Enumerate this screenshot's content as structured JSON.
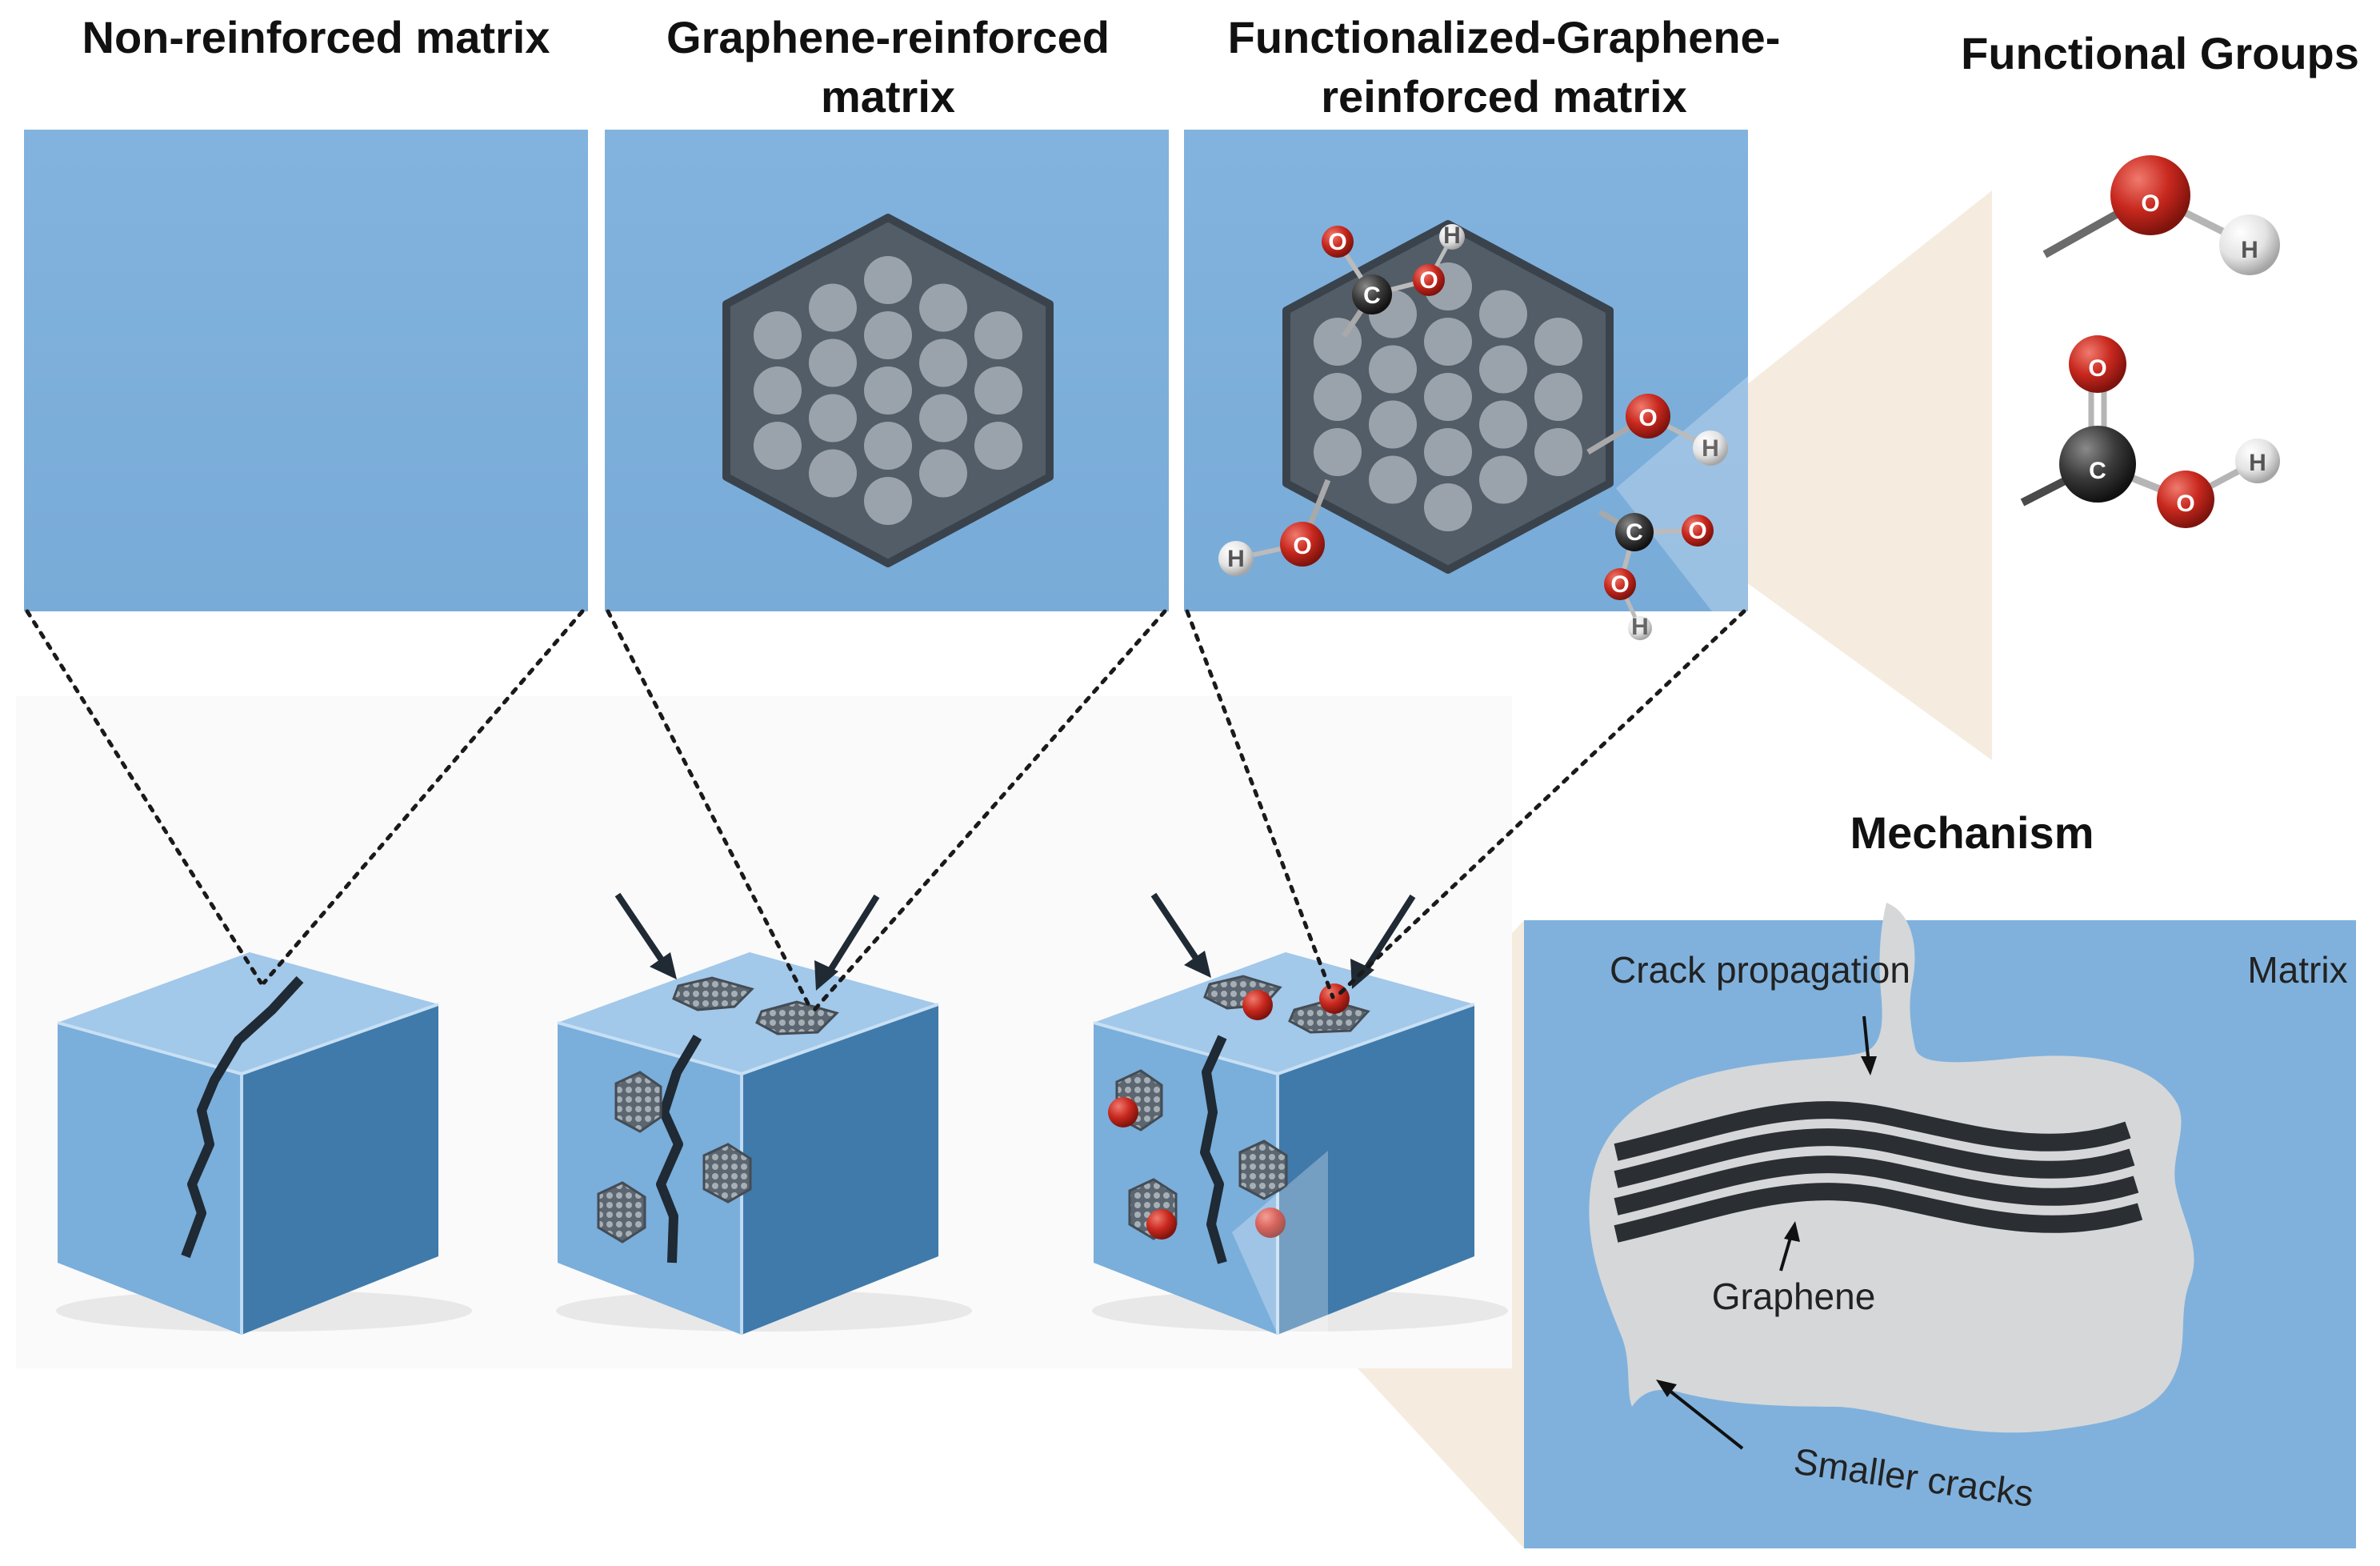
{
  "titles": {
    "non_reinforced": "Non-reinforced matrix",
    "graphene_line1": "Graphene-reinforced",
    "graphene_line2": "matrix",
    "functionalized_line1": "Functionalized-Graphene-",
    "functionalized_line2": "reinforced matrix",
    "functional_groups": "Functional Groups",
    "mechanism": "Mechanism"
  },
  "mechanism_labels": {
    "crack_propagation": "Crack propagation",
    "matrix": "Matrix",
    "graphene": "Graphene",
    "smaller_cracks": "Smaller cracks"
  },
  "atoms": {
    "oxygen": "O",
    "hydrogen": "H",
    "carbon": "C"
  },
  "colors": {
    "matrix_blue": "#7fb0dc",
    "cube_top": "#9cc4e8",
    "cube_front": "#76a9d8",
    "cube_side": "#3f7aab",
    "graphene_dark": "#4e5a66",
    "graphene_pore": "#9aa3ab",
    "oxygen_red": "#c8281e",
    "carbon_dark": "#3a3a3a",
    "hydrogen_white": "#e6e6e6",
    "crack_gray": "#d4d6d8",
    "beam_beige": "#f3eadb"
  }
}
